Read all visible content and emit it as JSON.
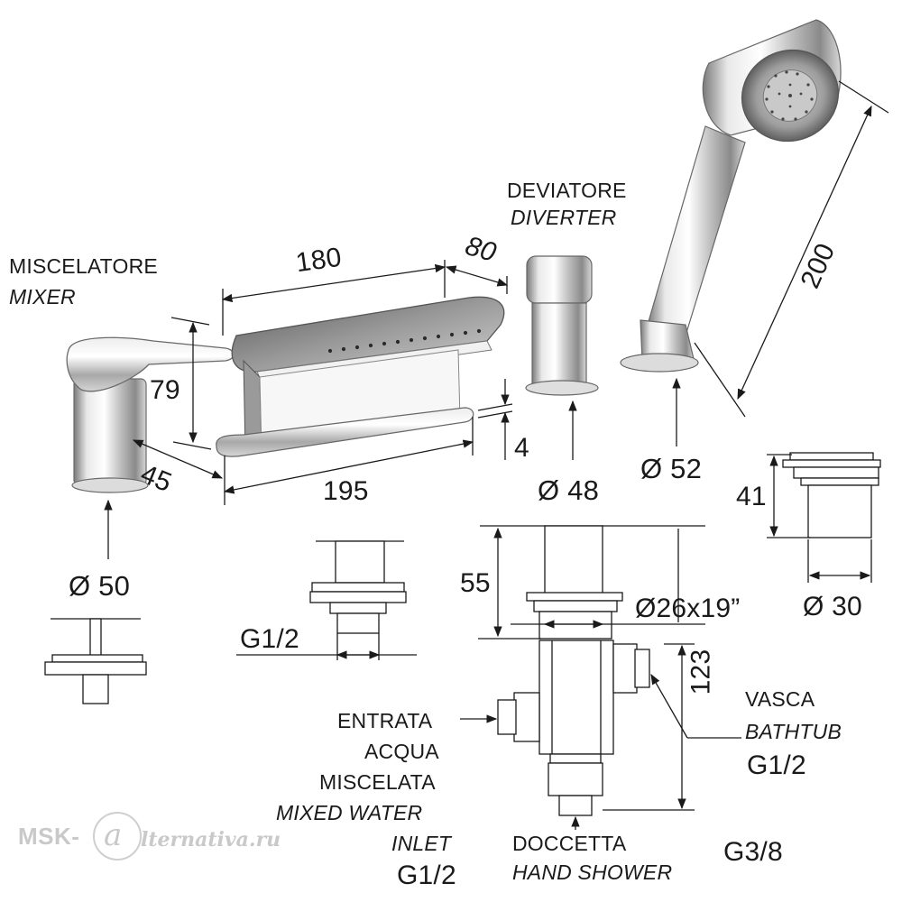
{
  "labels": {
    "mixer_it": "MISCELATORE",
    "mixer_en": "MIXER",
    "diverter_it": "DEVIATORE",
    "diverter_en": "DIVERTER",
    "inlet_it_1": "ENTRATA",
    "inlet_it_2": "ACQUA",
    "inlet_it_3": "MISCELATA",
    "inlet_en_1": "MIXED WATER",
    "inlet_en_2": "INLET",
    "inlet_thread": "G1/2",
    "bathtub_it": "VASCA",
    "bathtub_en": "BATHTUB",
    "bathtub_thread": "G1/2",
    "shower_it": "DOCCETTA",
    "shower_en": "HAND SHOWER",
    "shower_thread": "G3/8",
    "spout_thread": "G1/2"
  },
  "dimensions": {
    "spout_length": "180",
    "spout_depth": "80",
    "spout_base": "195",
    "spout_gap": "4",
    "hand_shower_length": "200",
    "mixer_height": "79",
    "mixer_offset": "45",
    "mixer_dia": "Ø 50",
    "diverter_dia": "Ø 48",
    "shower_holder_dia": "Ø 52",
    "holder_height": "41",
    "holder_dia": "Ø 30",
    "fitting_height": "55",
    "fitting_thread": "Ø26x19”",
    "body_height": "123"
  },
  "watermark": {
    "prefix": "MSK-",
    "letter": "a",
    "rest": "lternativa.ru"
  },
  "colors": {
    "line": "#1a1a1a",
    "chrome_light": "#f4f4f4",
    "chrome_mid": "#b9b9b9",
    "chrome_dark": "#6e6e6e",
    "watermark": "#c9c9c9"
  }
}
